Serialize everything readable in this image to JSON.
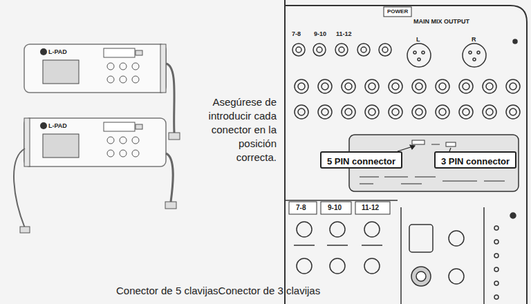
{
  "diagram": {
    "caption": "Conector de 5 clavijasConector de 3 clavijas",
    "nodes": [
      {
        "text": [
          "5 PIN connector"
        ]
      },
      {
        "text": [
          "3 PIN connector"
        ]
      }
    ],
    "labels": [
      "L-PAD",
      "L-PAD",
      "Asegúrese de introducir cada conector en la posición correcta.",
      "MAIN MIX OUTPUT",
      "L",
      "R",
      "POWER",
      "7-8",
      "9-10",
      "11-12",
      "7-8",
      "9-10",
      "11-12"
    ]
  }
}
